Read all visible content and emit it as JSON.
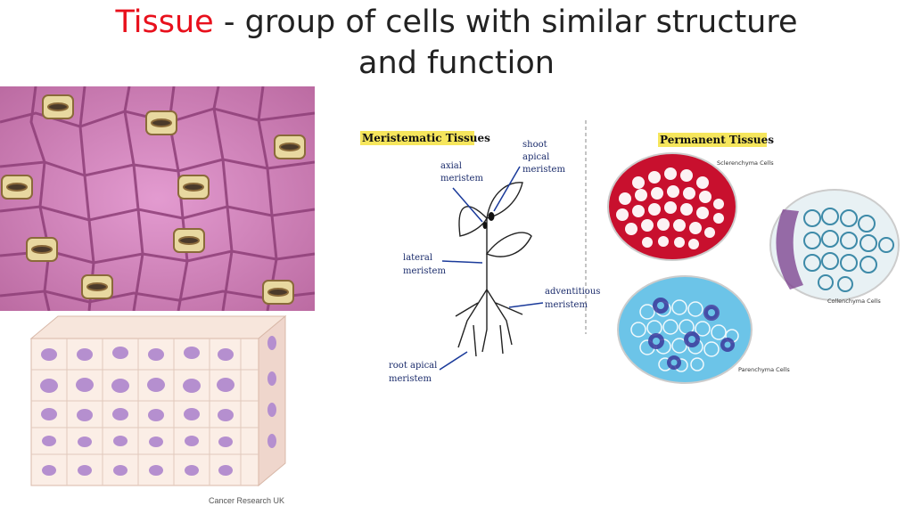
{
  "slide": {
    "title_accent": "Tissue",
    "title_rest": " - group of cells with similar structure",
    "title_line2": "and function"
  },
  "images": {
    "block_caption": "Cancer Research UK"
  },
  "diagram": {
    "meristematic_header": "Meristematic Tissues",
    "permanent_header": "Permanent Tissues",
    "labels": {
      "axial_1": "axial",
      "axial_2": "meristem",
      "shoot_1": "shoot",
      "shoot_2": "apical",
      "shoot_3": "meristem",
      "lateral_1": "lateral",
      "lateral_2": "meristem",
      "adventitious_1": "adventitious",
      "adventitious_2": "meristem",
      "root_1": "root apical",
      "root_2": "meristem"
    },
    "circles": {
      "sclerenchyma": "Sclerenchyma Cells",
      "collenchyma": "Collenchyma Cells",
      "parenchyma": "Parenchyma Cells"
    }
  },
  "colors": {
    "accent": "#e8101c",
    "header_highlight": "#f6e65c",
    "label_ink": "#1a2b6b",
    "sclerenchyma": "#c8102e",
    "parenchyma": "#6cc4e8",
    "micro_bg": "#c77bb3",
    "block_cell": "#b58fcf"
  }
}
